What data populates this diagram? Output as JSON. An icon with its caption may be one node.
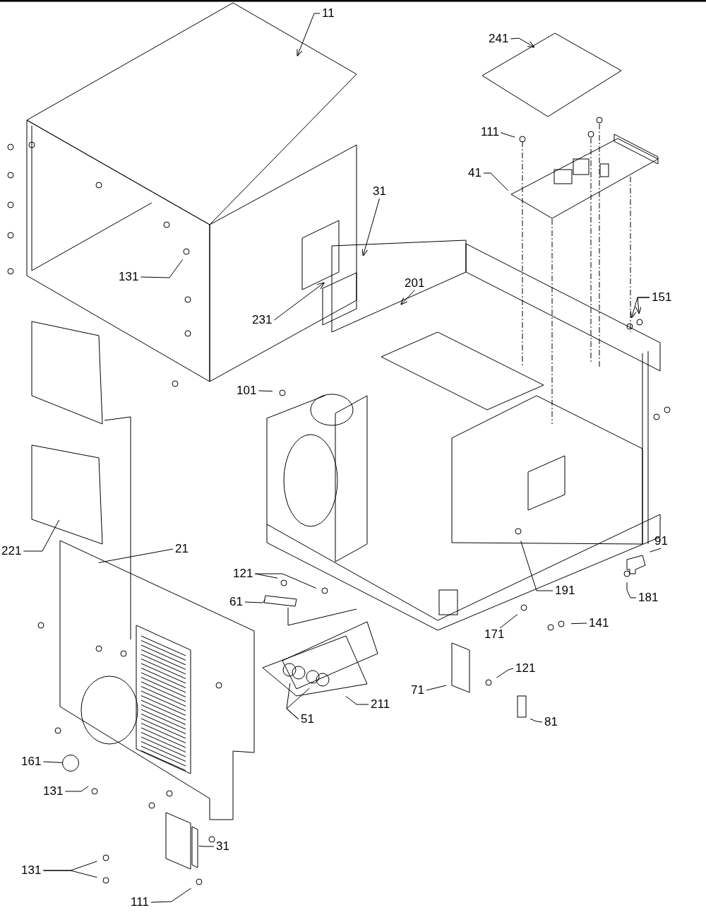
{
  "diagram": {
    "nodes": [
      {
        "text": [
          "11"
        ]
      },
      {
        "text": [
          "241"
        ]
      },
      {
        "text": [
          "111"
        ]
      },
      {
        "text": [
          "41"
        ]
      },
      {
        "text": [
          "31"
        ]
      },
      {
        "text": [
          "131"
        ]
      },
      {
        "text": [
          "231"
        ]
      },
      {
        "text": [
          "201"
        ]
      },
      {
        "text": [
          "151"
        ]
      },
      {
        "text": [
          "101"
        ]
      },
      {
        "text": [
          "91"
        ]
      },
      {
        "text": [
          "221"
        ]
      },
      {
        "text": [
          "21"
        ]
      },
      {
        "text": [
          "121"
        ]
      },
      {
        "text": [
          "61"
        ]
      },
      {
        "text": [
          "191"
        ]
      },
      {
        "text": [
          "181"
        ]
      },
      {
        "text": [
          "141"
        ]
      },
      {
        "text": [
          "171"
        ]
      },
      {
        "text": [
          "121"
        ]
      },
      {
        "text": [
          "71"
        ]
      },
      {
        "text": [
          "211"
        ]
      },
      {
        "text": [
          "51"
        ]
      },
      {
        "text": [
          "81"
        ]
      },
      {
        "text": [
          "161"
        ]
      },
      {
        "text": [
          "131"
        ]
      },
      {
        "text": [
          "31"
        ]
      },
      {
        "text": [
          "131"
        ]
      },
      {
        "text": [
          "111"
        ]
      },
      {
        "text": [],
        "shape": "circle"
      }
    ],
    "edges": [
      {
        "from": 0,
        "to": null,
        "arrow": "to"
      },
      {
        "from": 1,
        "to": null,
        "arrow": "to"
      },
      {
        "from": 2,
        "to": null,
        "arrow": "none"
      },
      {
        "from": 3,
        "to": null,
        "arrow": "none"
      },
      {
        "from": 4,
        "to": null,
        "arrow": "to"
      },
      {
        "from": 5,
        "to": null,
        "arrow": "none"
      },
      {
        "from": 6,
        "to": null,
        "arrow": "to"
      },
      {
        "from": 7,
        "to": null,
        "arrow": "to"
      },
      {
        "from": 8,
        "to": null,
        "arrow": "to"
      },
      {
        "from": 8,
        "to": null,
        "arrow": "to"
      },
      {
        "from": 9,
        "to": null,
        "arrow": "none"
      },
      {
        "from": 10,
        "to": null,
        "arrow": "none"
      },
      {
        "from": 11,
        "to": null,
        "arrow": "none"
      },
      {
        "from": 12,
        "to": null,
        "arrow": "none"
      },
      {
        "from": 13,
        "to": null,
        "arrow": "none"
      },
      {
        "from": 13,
        "to": null,
        "arrow": "none"
      },
      {
        "from": 14,
        "to": null,
        "arrow": "none"
      },
      {
        "from": 15,
        "to": null,
        "arrow": "none"
      },
      {
        "from": 16,
        "to": null,
        "arrow": "none"
      },
      {
        "from": 17,
        "to": null,
        "arrow": "none"
      },
      {
        "from": 18,
        "to": null,
        "arrow": "none"
      },
      {
        "from": 19,
        "to": null,
        "arrow": "none"
      },
      {
        "from": 20,
        "to": null,
        "arrow": "none"
      },
      {
        "from": 21,
        "to": null,
        "arrow": "none"
      },
      {
        "from": 22,
        "to": null,
        "arrow": "none"
      },
      {
        "from": 22,
        "to": null,
        "arrow": "none"
      },
      {
        "from": 23,
        "to": null,
        "arrow": "none"
      },
      {
        "from": 24,
        "to": 29,
        "arrow": "none"
      },
      {
        "from": 25,
        "to": null,
        "arrow": "none"
      },
      {
        "from": 26,
        "to": null,
        "arrow": "none"
      },
      {
        "from": 27,
        "to": null,
        "arrow": "none"
      },
      {
        "from": 27,
        "to": null,
        "arrow": "none"
      },
      {
        "from": 28,
        "to": null,
        "arrow": "none"
      }
    ]
  }
}
